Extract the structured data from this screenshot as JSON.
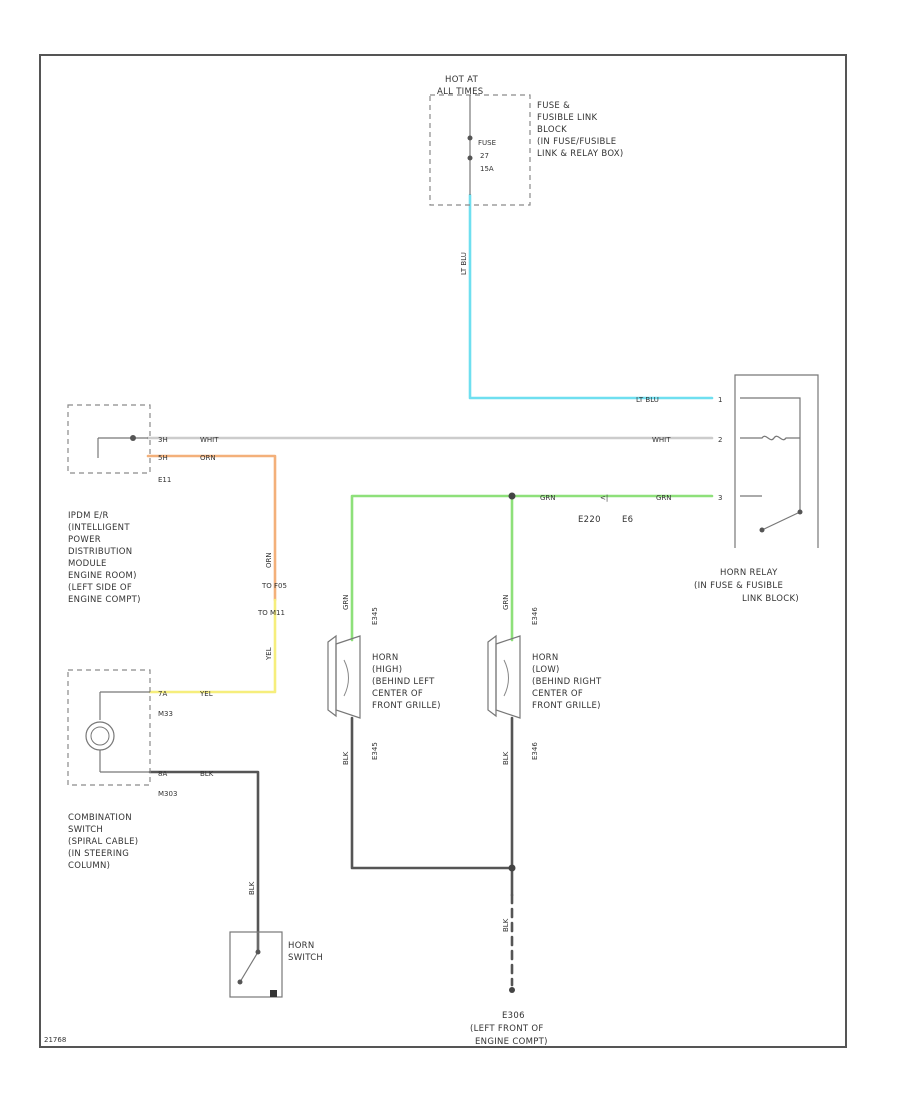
{
  "colors": {
    "lt_blu": "#6fdff0",
    "whit": "#cccccc",
    "grn": "#8ee07a",
    "orn": "#f3b07a",
    "yel": "#f6ee7c",
    "blk": "#555555"
  },
  "fuse_block": {
    "hot_at": "HOT AT",
    "all_times": "ALL TIMES",
    "fuse_label": "FUSE",
    "fuse_num": "27",
    "fuse_amp": "15A",
    "desc": [
      "FUSE &",
      "FUSIBLE LINK",
      "BLOCK",
      "(IN FUSE/FUSIBLE",
      "LINK & RELAY BOX)"
    ],
    "wire_color": "LT BLU"
  },
  "ipdm": {
    "pin_a": "3H",
    "pin_b": "5H",
    "connector": "E11",
    "wire_whit": "WHIT",
    "wire_orn": "ORN",
    "desc": [
      "IPDM E/R",
      "(INTELLIGENT",
      "POWER",
      "DISTRIBUTION",
      "MODULE",
      "ENGINE ROOM)",
      "(LEFT SIDE OF",
      "ENGINE COMPT)"
    ]
  },
  "relay": {
    "wire_ltblu": "LT BLU",
    "wire_whit": "WHIT",
    "wire_grn": "GRN",
    "pin1": "1",
    "pin2": "2",
    "pin3": "3",
    "conn_e220": "E220",
    "conn_e6": "E6",
    "desc": [
      "HORN RELAY",
      "(IN FUSE & FUSIBLE",
      "LINK BLOCK)"
    ]
  },
  "combo": {
    "wire_orn": "ORN",
    "to_fos": "TO F05",
    "to_m11": "TO M11",
    "wire_yel": "YEL",
    "pin_top": "7A",
    "conn_top": "M33",
    "pin_bot": "8A",
    "conn_bot": "M303",
    "wire_blk": "BLK",
    "desc": [
      "COMBINATION",
      "SWITCH",
      "(SPIRAL CABLE)",
      "(IN STEERING",
      "COLUMN)"
    ]
  },
  "horn_switch": {
    "wire_blk": "BLK",
    "desc": [
      "HORN",
      "SWITCH"
    ]
  },
  "horn_high": {
    "wire_grn": "GRN",
    "conn": "E345",
    "conn_bot": "E345",
    "wire_blk": "BLK",
    "desc": [
      "HORN",
      "(HIGH)",
      "(BEHIND LEFT",
      "CENTER OF",
      "FRONT GRILLE)"
    ]
  },
  "horn_low": {
    "wire_grn": "GRN",
    "conn": "E346",
    "conn_bot": "E346",
    "wire_blk": "BLK",
    "desc": [
      "HORN",
      "(LOW)",
      "(BEHIND RIGHT",
      "CENTER OF",
      "FRONT GRILLE)"
    ]
  },
  "ground": {
    "wire_blk": "BLK",
    "id": "E306",
    "desc": [
      "(LEFT FRONT OF",
      "ENGINE COMPT)"
    ]
  },
  "footer": {
    "code": "21768"
  }
}
